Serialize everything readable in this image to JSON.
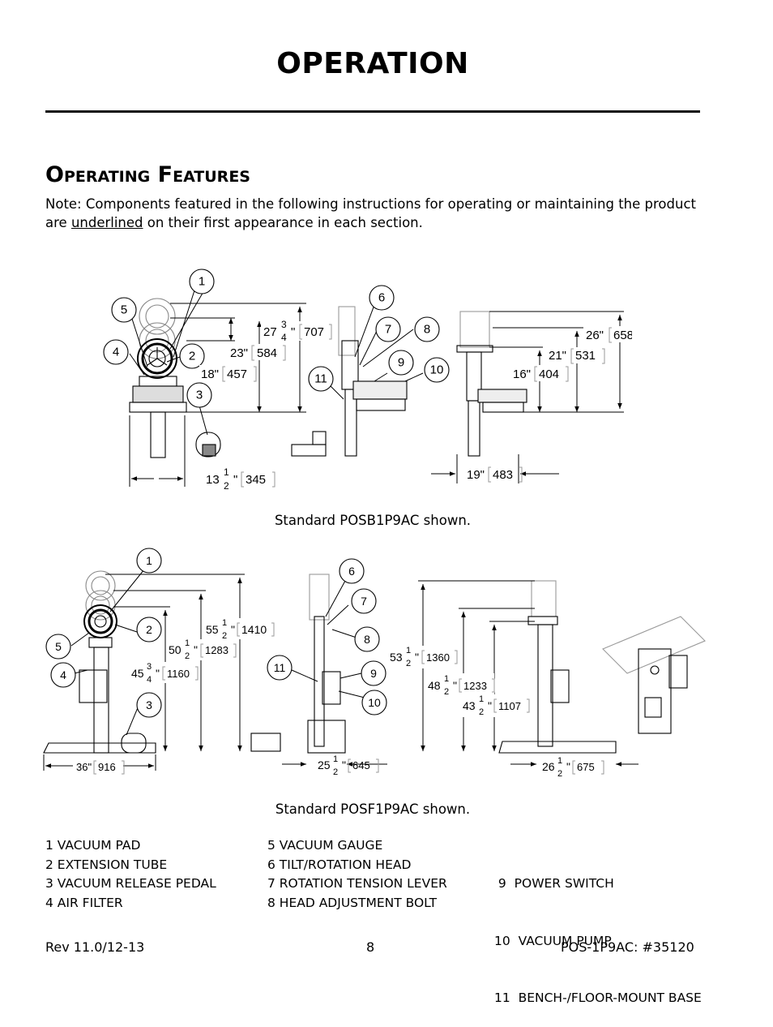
{
  "page": {
    "title": "OPERATION",
    "section_title": "Operating Features",
    "note_prefix": "Note:  Components featured in the following instructions for operating or maintaining the product are ",
    "note_underlined": "underlined",
    "note_suffix": " on their first appearance in each section."
  },
  "figure1": {
    "caption": "Standard POSB1P9AC shown.",
    "callouts": [
      "1",
      "2",
      "3",
      "4",
      "5",
      "6",
      "7",
      "8",
      "9",
      "10",
      "11"
    ],
    "dims": {
      "d707_whole": "27",
      "d707_num": "3",
      "d707_den": "4",
      "d707_mm": "707",
      "d584_in": "23\"",
      "d584_mm": "584",
      "d457_in": "18\"",
      "d457_mm": "457",
      "d345_whole": "13",
      "d345_num": "1",
      "d345_den": "2",
      "d345_mm": "345",
      "d658_in": "26\"",
      "d658_mm": "658",
      "d531_in": "21\"",
      "d531_mm": "531",
      "d404_in": "16\"",
      "d404_mm": "404",
      "d483_in": "19\"",
      "d483_mm": "483"
    }
  },
  "figure2": {
    "caption": "Standard POSF1P9AC shown.",
    "callouts": [
      "1",
      "2",
      "3",
      "4",
      "5",
      "6",
      "7",
      "8",
      "9",
      "10",
      "11"
    ],
    "dims": {
      "d1410_whole": "55",
      "d1410_num": "1",
      "d1410_den": "2",
      "d1410_mm": "1410",
      "d1283_whole": "50",
      "d1283_num": "1",
      "d1283_den": "2",
      "d1283_mm": "1283",
      "d1160_whole": "45",
      "d1160_num": "3",
      "d1160_den": "4",
      "d1160_mm": "1160",
      "d916_in": "36\"",
      "d916_mm": "916",
      "d645_whole": "25",
      "d645_num": "1",
      "d645_den": "2",
      "d645_mm": "645",
      "d1360_whole": "53",
      "d1360_num": "1",
      "d1360_den": "2",
      "d1360_mm": "1360",
      "d1233_whole": "48",
      "d1233_num": "1",
      "d1233_den": "2",
      "d1233_mm": "1233",
      "d1107_whole": "43",
      "d1107_num": "1",
      "d1107_den": "2",
      "d1107_mm": "1107",
      "d675_whole": "26",
      "d675_num": "1",
      "d675_den": "2",
      "d675_mm": "675"
    }
  },
  "legend": {
    "col1": [
      "1  VACUUM PAD",
      "2  EXTENSION TUBE",
      "3  VACUUM RELEASE PEDAL",
      "4  AIR FILTER"
    ],
    "col2": [
      "5  VACUUM GAUGE",
      "6  TILT/ROTATION HEAD",
      "7  ROTATION TENSION LEVER",
      "8  HEAD ADJUSTMENT BOLT"
    ],
    "col3": [
      " 9  POWER SWITCH",
      "10  VACUUM PUMP",
      "11  BENCH-/FLOOR-MOUNT BASE"
    ]
  },
  "footer": {
    "rev": "Rev 11.0/12-13",
    "page_number": "8",
    "doc_id": "POS-1P9AC: #35120"
  }
}
